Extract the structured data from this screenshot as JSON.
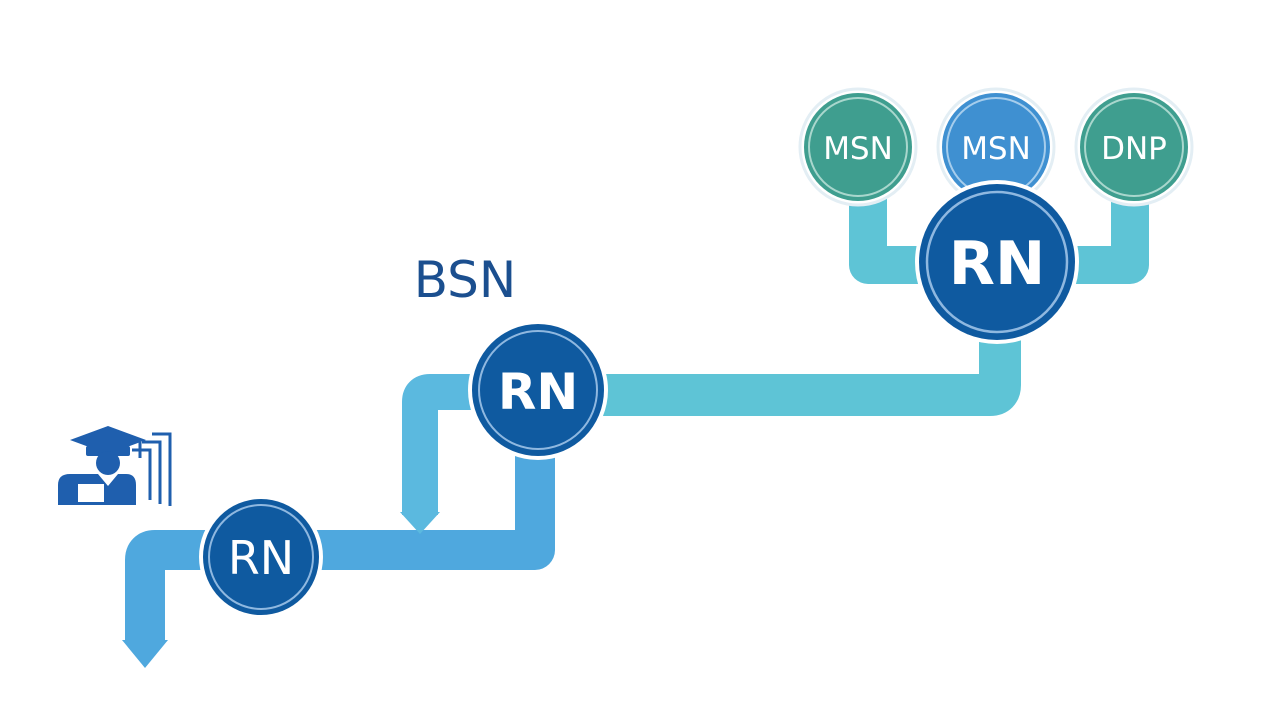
{
  "colors": {
    "background": "#ffffff",
    "path_light": "#5ec4d6",
    "path_mid": "#4fa8de",
    "node_dark": "#0f5aa0",
    "node_mid": "#3f90d1",
    "node_teal": "#3f9e8f",
    "label_dark": "#1b4f8f"
  },
  "icons": [
    "graduate-icon"
  ],
  "diagram": {
    "stage_label": "BSN",
    "nodes": [
      {
        "label": "RN"
      },
      {
        "label": "RN"
      },
      {
        "label": "RN"
      }
    ],
    "advanced": [
      {
        "label": "MSN"
      },
      {
        "label": "MSN"
      },
      {
        "label": "DNP"
      }
    ]
  }
}
